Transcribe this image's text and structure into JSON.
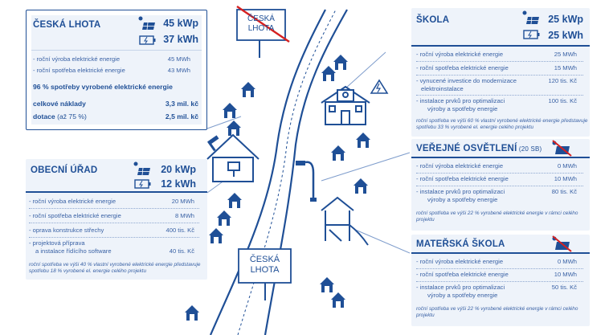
{
  "ceska_lhota": {
    "title": "ČESKÁ LHOTA",
    "power": "45 kWp",
    "capacity": "37 kWh",
    "rows": [
      {
        "label": "- roční výroba elektrické energie",
        "value": "45 MWh"
      },
      {
        "label": "- roční spotřeba elektrické energie",
        "value": "43 MWh"
      }
    ],
    "highlight": "96 % spotřeby vyrobené elektrické energie",
    "cost_label": "celkové náklady",
    "cost_value": "3,3 mil. kč",
    "grant_label": "dotace",
    "grant_suffix": " (až 75 %)",
    "grant_value": "2,5 mil. kč"
  },
  "obecni_urad": {
    "title": "OBECNÍ ÚŘAD",
    "power": "20 kWp",
    "capacity": "12 kWh",
    "rows": [
      {
        "label": "- roční výroba elektrické energie",
        "value": "20 MWh"
      },
      {
        "label": "- roční spotřeba elektrické energie",
        "value": "8 MWh"
      },
      {
        "label": "- oprava konstrukce střechy",
        "value": "400 tis. Kč"
      },
      {
        "label": "- projektová příprava",
        "label2": "a instalace řídícího software",
        "value": "40 tis. Kč"
      }
    ],
    "note": "roční spotřeba ve výši 40 % vlastní vyrobené elektrické energie představuje spotřebu 18 % vyrobené el. energie celého projektu"
  },
  "skola": {
    "title": "ŠKOLA",
    "power": "25 kWp",
    "capacity": "25 kWh",
    "rows": [
      {
        "label": "- roční výroba elektrické energie",
        "value": "25 MWh"
      },
      {
        "label": "- roční spotřeba elektrické energie",
        "value": "15 MWh"
      },
      {
        "label": "- vynucené investice do modernizace",
        "label2": "elektroinstalace",
        "value": "120 tis. Kč"
      },
      {
        "label": "- instalace prvků pro optimalizaci",
        "label2": "výroby a spotřeby energie",
        "value": "100 tis. Kč"
      }
    ],
    "note": "roční spotřeba ve výši 60 % vlastní vyrobené elektrické energie představuje spotřebu 33 % vyrobené el. energie celého projektu"
  },
  "verejne_osvetleni": {
    "title": "VEŘEJNÉ OSVĚTLENÍ",
    "title_small": " (20 SB)",
    "rows": [
      {
        "label": "- roční výroba elektrické energie",
        "value": "0 MWh"
      },
      {
        "label": "- roční spotřeba elektrické energie",
        "value": "10 MWh"
      },
      {
        "label": "- instalace prvků pro optimalizaci",
        "label2": "výroby a spotřeby energie",
        "value": "80 tis. Kč"
      }
    ],
    "note": "roční spotřeba ve výši 22 % vyrobené elektrické energie v rámci celého projektu"
  },
  "materska_skola": {
    "title": "MATEŘSKÁ ŠKOLA",
    "rows": [
      {
        "label": "- roční výroba elektrické energie",
        "value": "0 MWh"
      },
      {
        "label": "- roční spotřeba elektrické energie",
        "value": "10 MWh"
      },
      {
        "label": "- instalace prvků pro optimalizaci",
        "label2": "výroby a spotřeby energie",
        "value": "50 tis. Kč"
      }
    ],
    "note": "roční spotřeba ve výši 22 % vyrobené elektrické energie v rámci celého projektu"
  },
  "signs": {
    "top_line1": "ČESKÁ",
    "top_line2": "LHOTA",
    "bottom_line1": "ČESKÁ",
    "bottom_line2": "LHOTA"
  },
  "colors": {
    "primary": "#1f4f96",
    "panel": "#eef3fa",
    "text": "#3a62a5",
    "cross": "#d62020"
  },
  "icons": [
    "solar-panel-icon",
    "battery-icon",
    "house-icon",
    "school-icon",
    "lightning-icon",
    "street-lamp-icon",
    "playground-icon",
    "hammer-icon",
    "road-sign-icon"
  ]
}
